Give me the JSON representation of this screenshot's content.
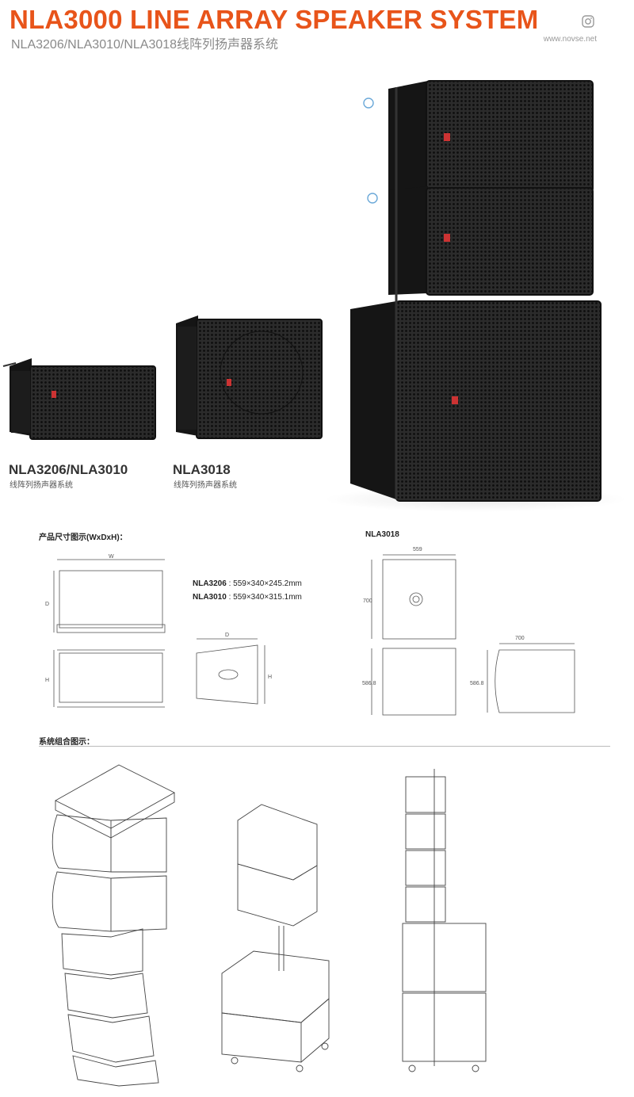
{
  "header": {
    "title": "NLA3000 LINE ARRAY SPEAKER SYSTEM",
    "subtitle": "NLA3206/NLA3010/NLA3018线阵列扬声器系统",
    "website": "www.novse.net",
    "icon": "instagram-icon"
  },
  "products": [
    {
      "model": "NLA3206/NLA3010",
      "desc": "线阵列扬声器系统"
    },
    {
      "model": "NLA3018",
      "desc": "线阵列扬声器系统"
    }
  ],
  "dimensions": {
    "heading": "产品尺寸图示(WxDxH)：",
    "labels": {
      "w": "W",
      "d": "D",
      "h": "H"
    },
    "specs": [
      {
        "model": "NLA3206",
        "value": " : 559×340×245.2mm"
      },
      {
        "model": "NLA3010",
        "value": " : 559×340×315.1mm"
      }
    ],
    "nla3018": {
      "heading": "NLA3018",
      "width_top": "559",
      "height_top": "700",
      "height_bottom": "586.8",
      "width_side": "700",
      "height_side": "586.8"
    }
  },
  "system": {
    "heading": "系统组合图示："
  },
  "colors": {
    "accent": "#e8541a",
    "divider": "#bbbbbb",
    "cabinet": "#1e1e1e"
  }
}
